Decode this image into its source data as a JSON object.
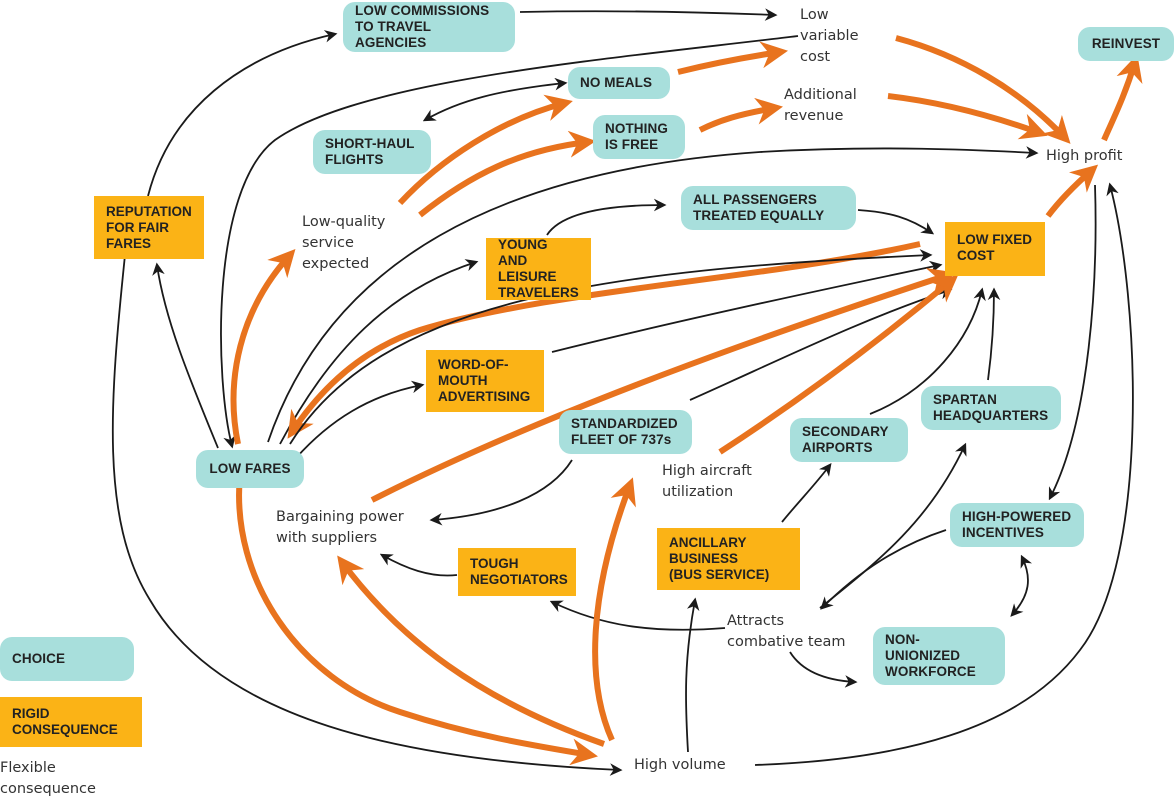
{
  "colors": {
    "choice": "#a8dfdc",
    "rigid": "#fbb316",
    "orange_arrow": "#e8731e",
    "black_arrow": "#1a1a1a"
  },
  "legend": {
    "choice": "CHOICE",
    "rigid": "RIGID\nCONSEQUENCE",
    "flexible": "Flexible\nconsequence"
  },
  "nodes": {
    "low_commissions": "LOW COMMISSIONS\nTO TRAVEL AGENCIES",
    "low_variable_cost": "Low\nvariable\ncost",
    "reinvest": "REINVEST",
    "no_meals": "NO MEALS",
    "additional_revenue": "Additional\nrevenue",
    "short_haul": "SHORT-HAUL\nFLIGHTS",
    "nothing_is_free": "NOTHING\nIS FREE",
    "high_profit": "High profit",
    "reputation": "REPUTATION\nFOR FAIR\nFARES",
    "low_quality": "Low-quality\nservice\nexpected",
    "all_passengers": "ALL PASSENGERS\nTREATED EQUALLY",
    "young_leisure": "YOUNG AND\nLEISURE\nTRAVELERS",
    "low_fixed_cost": "LOW FIXED\nCOST",
    "word_of_mouth": "WORD-OF-\nMOUTH\nADVERTISING",
    "standardized_fleet": "STANDARDIZED\nFLEET OF 737s",
    "secondary_airports": "SECONDARY\nAIRPORTS",
    "spartan_hq": "SPARTAN\nHEADQUARTERS",
    "low_fares": "LOW FARES",
    "high_aircraft_util": "High aircraft\nutilization",
    "bargaining_power": "Bargaining power\nwith suppliers",
    "high_powered_incentives": "HIGH-POWERED\nINCENTIVES",
    "ancillary_business": "ANCILLARY\nBUSINESS\n(BUS SERVICE)",
    "tough_negotiators": "TOUGH\nNEGOTIATORS",
    "attracts_team": "Attracts\ncombative team",
    "non_unionized": "NON-\nUNIONIZED\nWORKFORCE",
    "high_volume": "High volume"
  },
  "edges": [
    {
      "from": "reputation",
      "to": "low_commissions",
      "kind": "black"
    },
    {
      "from": "low_commissions",
      "to": "low_variable_cost",
      "kind": "black"
    },
    {
      "from": "low_variable_cost",
      "to": "low_fares",
      "kind": "black"
    },
    {
      "from": "no_meals",
      "to": "short_haul",
      "kind": "black-double"
    },
    {
      "from": "no_meals",
      "to": "low_variable_cost",
      "kind": "orange"
    },
    {
      "from": "low_quality",
      "to": "no_meals",
      "kind": "orange"
    },
    {
      "from": "low_quality",
      "to": "nothing_is_free",
      "kind": "orange"
    },
    {
      "from": "nothing_is_free",
      "to": "additional_revenue",
      "kind": "orange"
    },
    {
      "from": "low_variable_cost",
      "to": "high_profit",
      "kind": "orange"
    },
    {
      "from": "additional_revenue",
      "to": "high_profit",
      "kind": "orange"
    },
    {
      "from": "high_profit",
      "to": "reinvest",
      "kind": "orange"
    },
    {
      "from": "low_fares",
      "to": "high_profit",
      "kind": "black"
    },
    {
      "from": "low_fares",
      "to": "reputation",
      "kind": "black"
    },
    {
      "from": "low_fares",
      "to": "low_quality",
      "kind": "orange"
    },
    {
      "from": "young_leisure",
      "to": "all_passengers",
      "kind": "black"
    },
    {
      "from": "all_passengers",
      "to": "low_fixed_cost",
      "kind": "black"
    },
    {
      "from": "low_fares",
      "to": "young_leisure",
      "kind": "black"
    },
    {
      "from": "low_fixed_cost",
      "to": "low_fares",
      "kind": "orange"
    },
    {
      "from": "low_fixed_cost",
      "to": "high_profit",
      "kind": "orange"
    },
    {
      "from": "low_fares",
      "to": "low_fixed_cost",
      "kind": "black"
    },
    {
      "from": "low_fares",
      "to": "word_of_mouth",
      "kind": "black"
    },
    {
      "from": "word_of_mouth",
      "to": "low_fixed_cost",
      "kind": "black"
    },
    {
      "from": "bargaining_power",
      "to": "low_fixed_cost",
      "kind": "orange"
    },
    {
      "from": "standardized_fleet",
      "to": "low_fixed_cost",
      "kind": "black"
    },
    {
      "from": "standardized_fleet",
      "to": "bargaining_power",
      "kind": "black"
    },
    {
      "from": "high_aircraft_util",
      "to": "low_fixed_cost",
      "kind": "orange"
    },
    {
      "from": "secondary_airports",
      "to": "low_fixed_cost",
      "kind": "black"
    },
    {
      "from": "spartan_hq",
      "to": "low_fixed_cost",
      "kind": "black"
    },
    {
      "from": "high_profit",
      "to": "high_powered_incentives",
      "kind": "black"
    },
    {
      "from": "high_volume",
      "to": "high_profit",
      "kind": "black"
    },
    {
      "from": "ancillary_business",
      "to": "secondary_airports",
      "kind": "black"
    },
    {
      "from": "attracts_team",
      "to": "spartan_hq",
      "kind": "black"
    },
    {
      "from": "high_powered_incentives",
      "to": "attracts_team",
      "kind": "black"
    },
    {
      "from": "high_powered_incentives",
      "to": "non_unionized",
      "kind": "black-double"
    },
    {
      "from": "tough_negotiators",
      "to": "bargaining_power",
      "kind": "black"
    },
    {
      "from": "attracts_team",
      "to": "tough_negotiators",
      "kind": "black"
    },
    {
      "from": "attracts_team",
      "to": "non_unionized",
      "kind": "black"
    },
    {
      "from": "high_volume",
      "to": "ancillary_business",
      "kind": "black"
    },
    {
      "from": "high_volume",
      "to": "high_aircraft_util",
      "kind": "orange"
    },
    {
      "from": "high_volume",
      "to": "bargaining_power",
      "kind": "orange"
    },
    {
      "from": "low_fares",
      "to": "high_volume",
      "kind": "orange"
    },
    {
      "from": "reputation",
      "to": "high_volume",
      "kind": "black"
    }
  ]
}
